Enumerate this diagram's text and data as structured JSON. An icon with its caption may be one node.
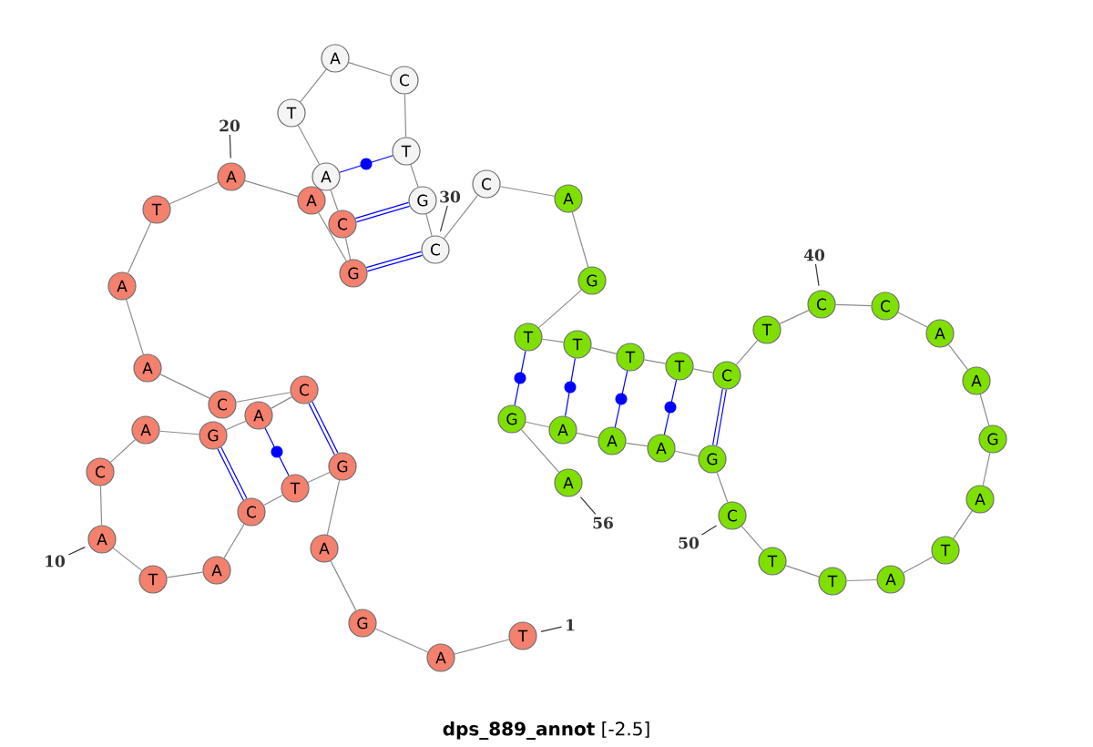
{
  "diagram": {
    "caption": "**dps_889_annot** [-2.5]",
    "nodes": [
      {
        "text": [
          "T"
        ]
      },
      {
        "text": [
          "A"
        ]
      },
      {
        "text": [
          "G"
        ]
      },
      {
        "text": [
          "A"
        ]
      },
      {
        "text": [
          "G"
        ]
      },
      {
        "text": [
          "T"
        ]
      },
      {
        "text": [
          "C"
        ]
      },
      {
        "text": [
          "A"
        ]
      },
      {
        "text": [
          "T"
        ]
      },
      {
        "text": [
          "A"
        ]
      },
      {
        "text": [
          "C"
        ]
      },
      {
        "text": [
          "A"
        ]
      },
      {
        "text": [
          "G"
        ]
      },
      {
        "text": [
          "A"
        ]
      },
      {
        "text": [
          "C"
        ]
      },
      {
        "text": [
          "C"
        ]
      },
      {
        "text": [
          "A"
        ]
      },
      {
        "text": [
          "A"
        ]
      },
      {
        "text": [
          "T"
        ]
      },
      {
        "text": [
          "A"
        ]
      },
      {
        "text": [
          "A"
        ]
      },
      {
        "text": [
          "G"
        ]
      },
      {
        "text": [
          "C"
        ]
      },
      {
        "text": [
          "A"
        ]
      },
      {
        "text": [
          "T"
        ]
      },
      {
        "text": [
          "A"
        ]
      },
      {
        "text": [
          "C"
        ]
      },
      {
        "text": [
          "T"
        ]
      },
      {
        "text": [
          "G"
        ]
      },
      {
        "text": [
          "C"
        ]
      },
      {
        "text": [
          "C"
        ]
      },
      {
        "text": [
          "A"
        ]
      },
      {
        "text": [
          "G"
        ]
      },
      {
        "text": [
          "T"
        ]
      },
      {
        "text": [
          "T"
        ]
      },
      {
        "text": [
          "T"
        ]
      },
      {
        "text": [
          "T"
        ]
      },
      {
        "text": [
          "C"
        ]
      },
      {
        "text": [
          "T"
        ]
      },
      {
        "text": [
          "C"
        ]
      },
      {
        "text": [
          "C"
        ]
      },
      {
        "text": [
          "A"
        ]
      },
      {
        "text": [
          "A"
        ]
      },
      {
        "text": [
          "G"
        ]
      },
      {
        "text": [
          "A"
        ]
      },
      {
        "text": [
          "T"
        ]
      },
      {
        "text": [
          "A"
        ]
      },
      {
        "text": [
          "T"
        ]
      },
      {
        "text": [
          "T"
        ]
      },
      {
        "text": [
          "C"
        ]
      },
      {
        "text": [
          "G"
        ]
      },
      {
        "text": [
          "A"
        ]
      },
      {
        "text": [
          "A"
        ]
      },
      {
        "text": [
          "A"
        ]
      },
      {
        "text": [
          "G"
        ]
      },
      {
        "text": [
          "A"
        ]
      },
      {
        "text": [
          "1"
        ]
      },
      {
        "text": [
          "10"
        ]
      },
      {
        "text": [
          "20"
        ]
      },
      {
        "text": [
          "30"
        ]
      },
      {
        "text": [
          "40"
        ]
      },
      {
        "text": [
          "50"
        ]
      },
      {
        "text": [
          "56"
        ]
      }
    ],
    "edges": [
      {
        "from": 0,
        "to": 1,
        "arrow": "none"
      },
      {
        "from": 1,
        "to": 2,
        "arrow": "none"
      },
      {
        "from": 2,
        "to": 3,
        "arrow": "none"
      },
      {
        "from": 3,
        "to": 4,
        "arrow": "none"
      },
      {
        "from": 4,
        "to": 5,
        "arrow": "none"
      },
      {
        "from": 5,
        "to": 6,
        "arrow": "none"
      },
      {
        "from": 6,
        "to": 7,
        "arrow": "none"
      },
      {
        "from": 7,
        "to": 8,
        "arrow": "none"
      },
      {
        "from": 8,
        "to": 9,
        "arrow": "none"
      },
      {
        "from": 9,
        "to": 10,
        "arrow": "none"
      },
      {
        "from": 10,
        "to": 11,
        "arrow": "none"
      },
      {
        "from": 11,
        "to": 12,
        "arrow": "none"
      },
      {
        "from": 12,
        "to": 13,
        "arrow": "none"
      },
      {
        "from": 13,
        "to": 14,
        "arrow": "none"
      },
      {
        "from": 14,
        "to": 15,
        "arrow": "none"
      },
      {
        "from": 15,
        "to": 16,
        "arrow": "none"
      },
      {
        "from": 16,
        "to": 17,
        "arrow": "none"
      },
      {
        "from": 17,
        "to": 18,
        "arrow": "none"
      },
      {
        "from": 18,
        "to": 19,
        "arrow": "none"
      },
      {
        "from": 19,
        "to": 20,
        "arrow": "none"
      },
      {
        "from": 20,
        "to": 21,
        "arrow": "none"
      },
      {
        "from": 21,
        "to": 22,
        "arrow": "none"
      },
      {
        "from": 22,
        "to": 23,
        "arrow": "none"
      },
      {
        "from": 23,
        "to": 24,
        "arrow": "none"
      },
      {
        "from": 24,
        "to": 25,
        "arrow": "none"
      },
      {
        "from": 25,
        "to": 26,
        "arrow": "none"
      },
      {
        "from": 26,
        "to": 27,
        "arrow": "none"
      },
      {
        "from": 27,
        "to": 28,
        "arrow": "none"
      },
      {
        "from": 28,
        "to": 29,
        "arrow": "none"
      },
      {
        "from": 29,
        "to": 30,
        "arrow": "none"
      },
      {
        "from": 30,
        "to": 31,
        "arrow": "none"
      },
      {
        "from": 31,
        "to": 32,
        "arrow": "none"
      },
      {
        "from": 32,
        "to": 33,
        "arrow": "none"
      },
      {
        "from": 33,
        "to": 34,
        "arrow": "none"
      },
      {
        "from": 34,
        "to": 35,
        "arrow": "none"
      },
      {
        "from": 35,
        "to": 36,
        "arrow": "none"
      },
      {
        "from": 36,
        "to": 37,
        "arrow": "none"
      },
      {
        "from": 37,
        "to": 38,
        "arrow": "none"
      },
      {
        "from": 38,
        "to": 39,
        "arrow": "none"
      },
      {
        "from": 39,
        "to": 40,
        "arrow": "none"
      },
      {
        "from": 40,
        "to": 41,
        "arrow": "none"
      },
      {
        "from": 41,
        "to": 42,
        "arrow": "none"
      },
      {
        "from": 42,
        "to": 43,
        "arrow": "none"
      },
      {
        "from": 43,
        "to": 44,
        "arrow": "none"
      },
      {
        "from": 44,
        "to": 45,
        "arrow": "none"
      },
      {
        "from": 45,
        "to": 46,
        "arrow": "none"
      },
      {
        "from": 46,
        "to": 47,
        "arrow": "none"
      },
      {
        "from": 47,
        "to": 48,
        "arrow": "none"
      },
      {
        "from": 48,
        "to": 49,
        "arrow": "none"
      },
      {
        "from": 49,
        "to": 50,
        "arrow": "none"
      },
      {
        "from": 50,
        "to": 51,
        "arrow": "none"
      },
      {
        "from": 51,
        "to": 52,
        "arrow": "none"
      },
      {
        "from": 52,
        "to": 53,
        "arrow": "none"
      },
      {
        "from": 53,
        "to": 54,
        "arrow": "none"
      },
      {
        "from": 54,
        "to": 55,
        "arrow": "none"
      },
      {
        "from": 4,
        "to": 14,
        "arrow": "none",
        "style": "thick",
        "color": "#0000ff"
      },
      {
        "from": 5,
        "to": 13,
        "arrow": "none",
        "color": "#0000ff"
      },
      {
        "from": 6,
        "to": 12,
        "arrow": "none",
        "style": "thick",
        "color": "#0000ff"
      },
      {
        "from": 21,
        "to": 29,
        "arrow": "none",
        "style": "thick",
        "color": "#0000ff"
      },
      {
        "from": 22,
        "to": 28,
        "arrow": "none",
        "style": "thick",
        "color": "#0000ff"
      },
      {
        "from": 23,
        "to": 27,
        "arrow": "none",
        "color": "#0000ff"
      },
      {
        "from": 33,
        "to": 54,
        "arrow": "none",
        "color": "#0000ff"
      },
      {
        "from": 34,
        "to": 53,
        "arrow": "none",
        "color": "#0000ff"
      },
      {
        "from": 35,
        "to": 52,
        "arrow": "none",
        "color": "#0000ff"
      },
      {
        "from": 36,
        "to": 51,
        "arrow": "none",
        "color": "#0000ff"
      },
      {
        "from": 37,
        "to": 50,
        "arrow": "none",
        "style": "thick",
        "color": "#0000ff"
      },
      {
        "from": 56,
        "to": 0,
        "arrow": "none",
        "color": "#333333"
      },
      {
        "from": 57,
        "to": 9,
        "arrow": "none",
        "color": "#333333"
      },
      {
        "from": 58,
        "to": 19,
        "arrow": "none",
        "color": "#333333"
      },
      {
        "from": 59,
        "to": 29,
        "arrow": "none",
        "color": "#333333"
      },
      {
        "from": 60,
        "to": 39,
        "arrow": "none",
        "color": "#333333"
      },
      {
        "from": 61,
        "to": 49,
        "arrow": "none",
        "color": "#333333"
      },
      {
        "from": 62,
        "to": 55,
        "arrow": "none",
        "color": "#333333"
      }
    ]
  }
}
